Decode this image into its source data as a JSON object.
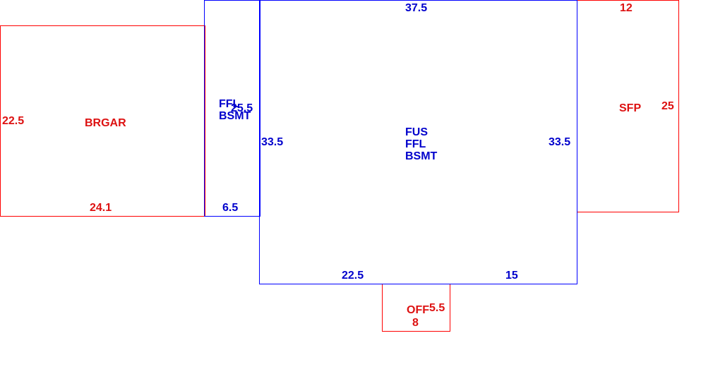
{
  "colors": {
    "main_structure": "#0000ff",
    "addition": "#ff0000",
    "main_text": "#0000cc",
    "addition_text": "#dd1111"
  },
  "main": {
    "label_line1": "FUS",
    "label_line2": "FFL",
    "label_line3": "BSMT",
    "dim_top": "37.5",
    "dim_left": "33.5",
    "dim_right": "33.5",
    "dim_bottom_left": "22.5",
    "dim_bottom_right": "15"
  },
  "bump": {
    "label_line1": "FFL",
    "label_line2": "BSMT",
    "dim_side": "25.5",
    "dim_bottom": "6.5"
  },
  "garage": {
    "label": "BRGAR",
    "dim_left": "22.5",
    "dim_bottom": "24.1"
  },
  "porch": {
    "label": "SFP",
    "dim_top": "12",
    "dim_right": "25"
  },
  "offset": {
    "label": "OFF",
    "dim_right": "5.5",
    "dim_bottom": "8"
  }
}
